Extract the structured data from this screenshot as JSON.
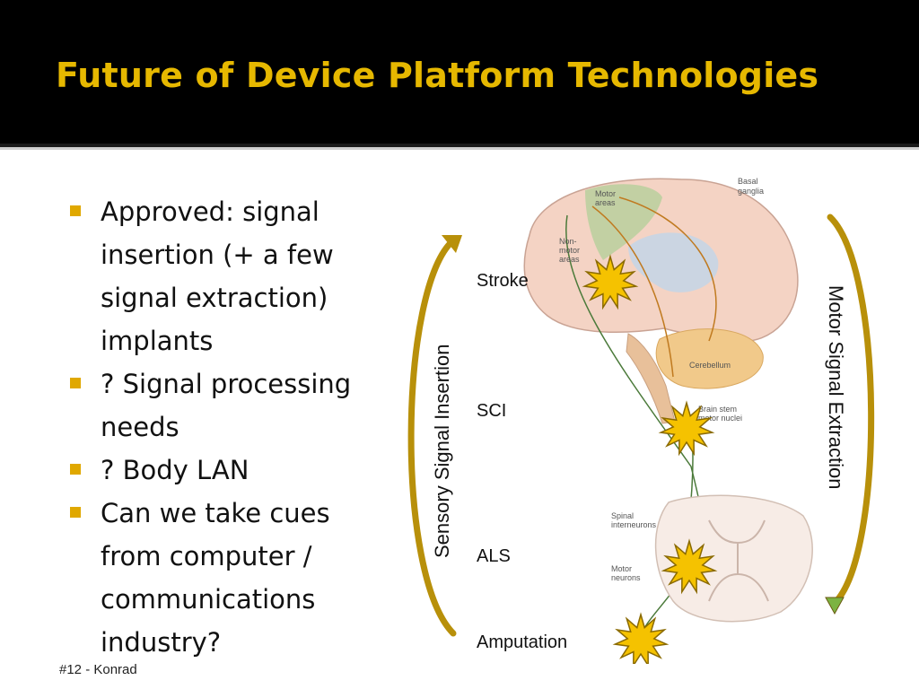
{
  "title": "Future of Device Platform Technologies",
  "bullets": [
    "Approved: signal insertion (+ a few signal extraction) implants",
    "? Signal processing needs",
    "? Body LAN",
    "Can we take cues from computer / communications industry?"
  ],
  "footer": "#12 - Konrad",
  "diagram": {
    "left_arrow_label": "Sensory Signal Insertion",
    "right_arrow_label": "Motor Signal Extraction",
    "conditions": [
      "Stroke",
      "SCI",
      "ALS",
      "Amputation"
    ],
    "anatomy": {
      "basal_ganglia": [
        "Basal",
        "ganglia"
      ],
      "motor_areas": [
        "Motor",
        "areas"
      ],
      "nonmotor_areas": [
        "Non-",
        "motor",
        "areas"
      ],
      "cerebellum": "Cerebellum",
      "brain_stem": [
        "Brain stem",
        "motor nuclei"
      ],
      "spinal_interneurons": [
        "Spinal",
        "interneurons"
      ],
      "motor_neurons": [
        "Motor",
        "neurons"
      ]
    }
  },
  "colors": {
    "title": "#e6b800",
    "bullet_marker": "#e0a800",
    "arrow": "#b8900a",
    "arrow_head": "#7cb342",
    "burst": "#f5c200"
  }
}
